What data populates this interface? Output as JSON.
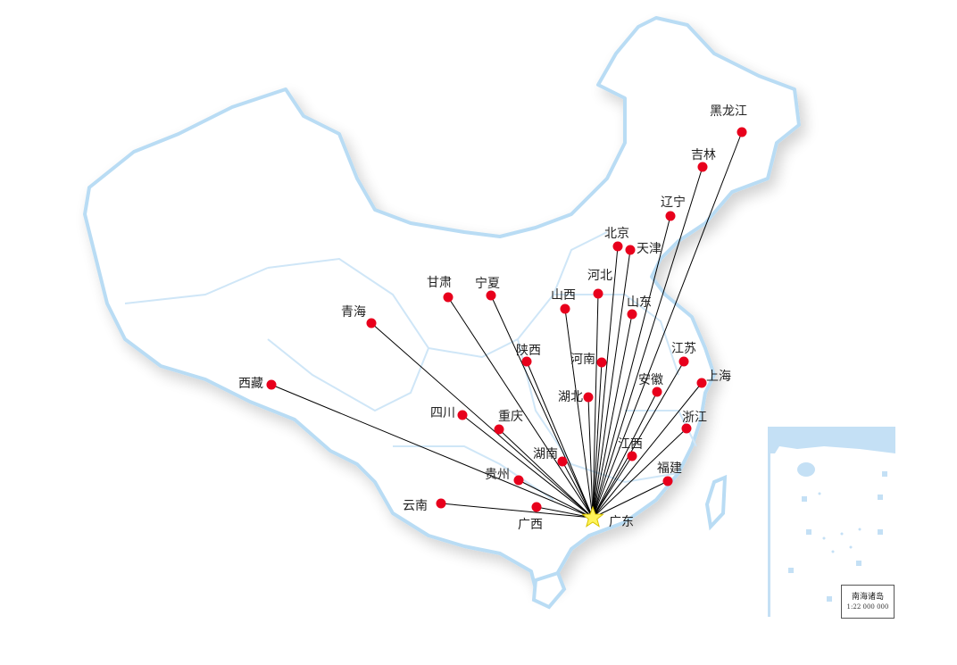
{
  "map": {
    "origin": "广东",
    "provinces": [
      "黑龙江",
      "吉林",
      "辽宁",
      "北京",
      "天津",
      "河北",
      "山西",
      "山东",
      "甘肃",
      "宁夏",
      "青海",
      "陕西",
      "河南",
      "江苏",
      "安徽",
      "上海",
      "湖北",
      "西藏",
      "四川",
      "重庆",
      "浙江",
      "湖南",
      "江西",
      "福建",
      "贵州",
      "云南",
      "广西"
    ],
    "colors": {
      "dot": "#e8001c",
      "line": "#000000",
      "border": "#b9dcf4",
      "star": "#fff45a"
    }
  },
  "inset": {
    "title": "南海诸岛",
    "scale": "1:22 000 000"
  }
}
